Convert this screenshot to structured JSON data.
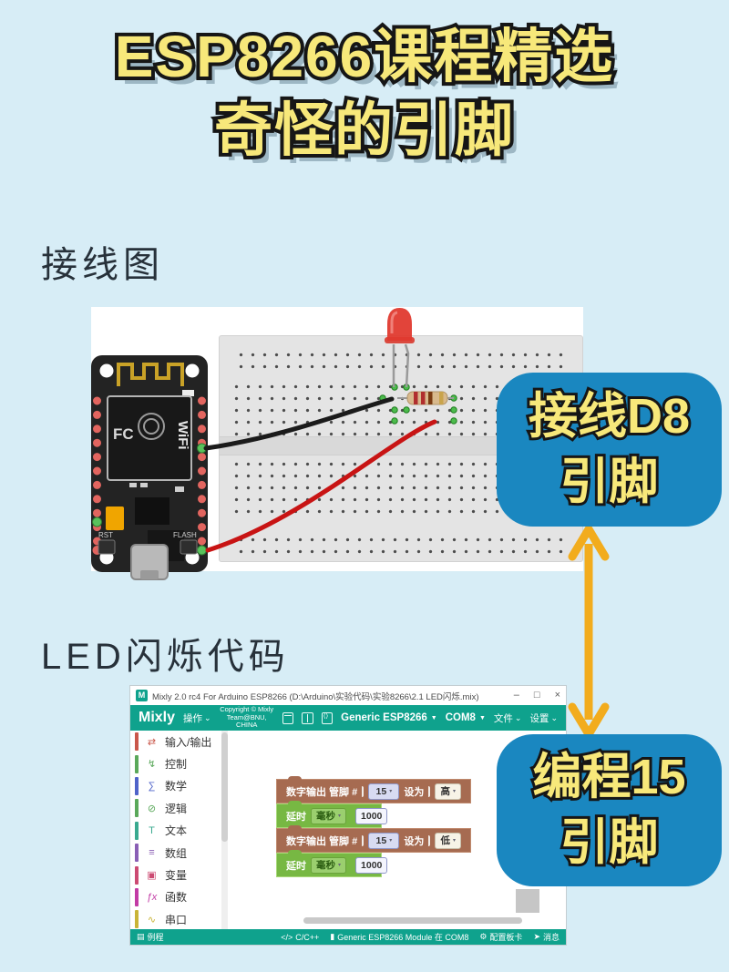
{
  "page": {
    "background": "#d7edf6",
    "title": {
      "line1": "ESP8266课程精选",
      "line2": "奇怪的引脚",
      "color": "#f7e87a"
    },
    "section_wiring": "接线图",
    "section_code": "LED闪烁代码",
    "callout_top": {
      "line1": "接线D8",
      "line2": "引脚",
      "bg": "#1a87c0"
    },
    "callout_bottom": {
      "line1": "编程15",
      "line2": "引脚",
      "bg": "#1a87c0"
    },
    "arrow_color": "#f2ac1d"
  },
  "wiring": {
    "board": {
      "rst": "RST",
      "flash": "FLASH",
      "wifi": "WiFi",
      "fc": "FC"
    }
  },
  "mixly": {
    "window_title": "Mixly 2.0 rc4 For Arduino ESP8266 (D:\\Arduino\\实验代码\\实验8266\\2.1 LED闪烁.mix)",
    "window_controls": {
      "minimize": "–",
      "maximize": "□",
      "close": "×"
    },
    "toolbar": {
      "brand": "Mixly",
      "menu_operate": "操作",
      "copyright_line1": "Copyright © Mixly",
      "copyright_line2": "Team@BNU, CHINA",
      "board_select": "Generic ESP8266",
      "port_select": "COM8",
      "menu_file": "文件",
      "menu_settings": "设置",
      "accent": "#0fa28d"
    },
    "sidebar": [
      {
        "label": "输入/输出",
        "color": "#c9574a"
      },
      {
        "label": "控制",
        "color": "#5aa85a"
      },
      {
        "label": "数学",
        "color": "#4f63c9"
      },
      {
        "label": "逻辑",
        "color": "#5aa85a"
      },
      {
        "label": "文本",
        "color": "#3aa98f"
      },
      {
        "label": "数组",
        "color": "#8a5fb5"
      },
      {
        "label": "变量",
        "color": "#cc4a72"
      },
      {
        "label": "函数",
        "color": "#c23ba5"
      },
      {
        "label": "串口",
        "color": "#c9b437"
      }
    ],
    "blocks": {
      "set_high": {
        "label_left": "数字输出 管脚 #",
        "pin": "15",
        "label_mid": "设为",
        "value": "高",
        "color": "#a66b51"
      },
      "delay1": {
        "label": "延时",
        "unit": "毫秒",
        "ms": "1000",
        "color": "#77b843"
      },
      "set_low": {
        "label_left": "数字输出 管脚 #",
        "pin": "15",
        "label_mid": "设为",
        "value": "低",
        "color": "#a66b51"
      },
      "delay2": {
        "label": "延时",
        "unit": "毫秒",
        "ms": "1000",
        "color": "#77b843"
      }
    },
    "statusbar": {
      "examples": "例程",
      "code_lang": "C/C++",
      "board_status": "Generic ESP8266 Module 在 COM8",
      "config_board": "配置板卡",
      "messages": "消息"
    },
    "icons": {
      "sidebar": [
        "⇄",
        "↯",
        "∑",
        "⊘",
        "T",
        "≡",
        "▣",
        "ƒx",
        "∿"
      ],
      "doc": "▤",
      "code": "</>",
      "board": "▮",
      "gear": "⚙",
      "send": "➤"
    }
  }
}
